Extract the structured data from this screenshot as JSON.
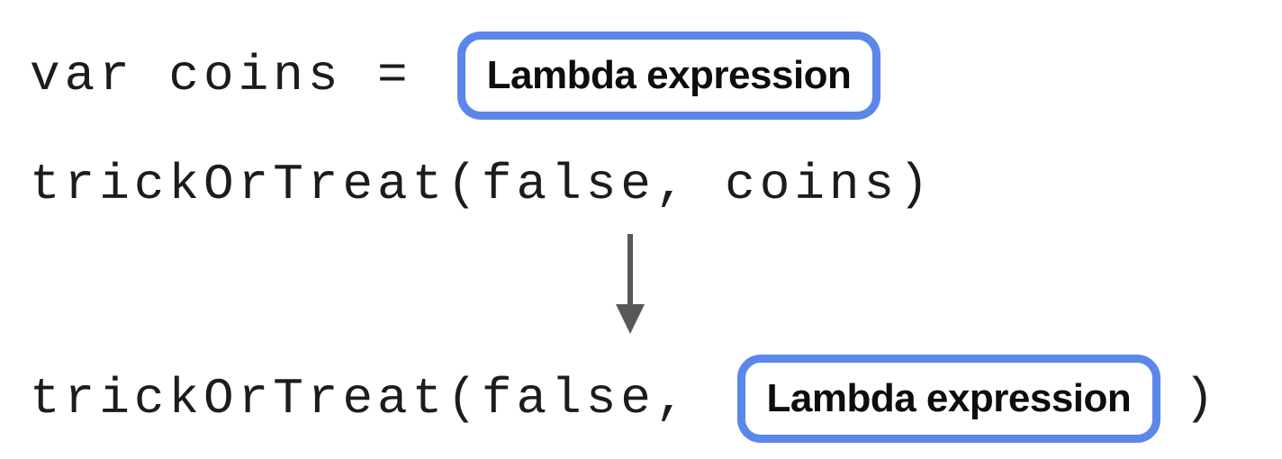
{
  "diagram": {
    "title_semantic": "lambda expression substitution diagram",
    "line1": {
      "code": "var coins =",
      "box_label": "Lambda expression"
    },
    "line2": {
      "code": "trickOrTreat(false, coins)"
    },
    "arrow": {
      "direction": "down"
    },
    "line3": {
      "code_prefix": "trickOrTreat(false,",
      "box_label": "Lambda expression",
      "code_suffix": ")"
    }
  },
  "colors": {
    "background": "#ffffff",
    "box_border_blue": "#5b87ea",
    "code_text": "#1c1c1c",
    "label_text": "#0d0d0d",
    "arrow_gray": "#58585a"
  }
}
